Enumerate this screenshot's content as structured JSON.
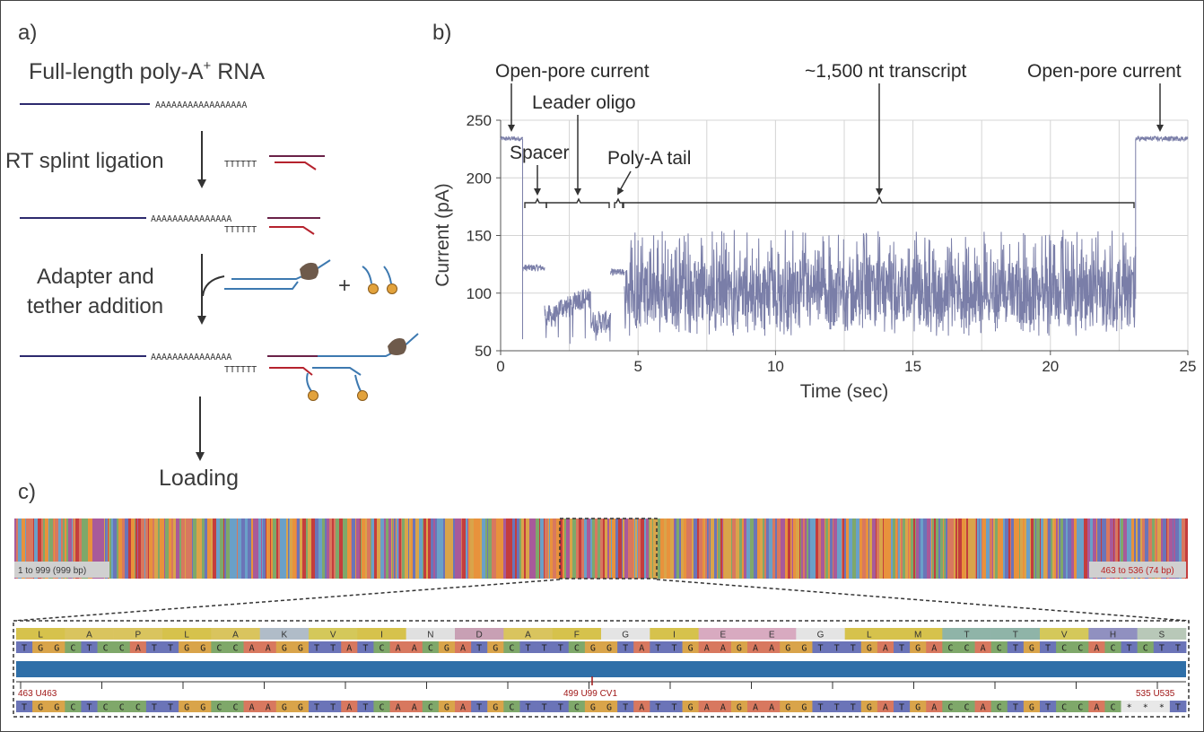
{
  "panel_a": {
    "label": "a)",
    "title": "Full-length poly-A",
    "title_sup": "+",
    "title_suffix": " RNA",
    "poly_a_1": "AAAAAAAAAAAAAAAAA",
    "step_rt": "RT splint ligation",
    "splint_t": "TTTTTT",
    "poly_a_2": "AAAAAAAAAAAAAAA",
    "splint_t2": "TTTTTT",
    "step_adapter_1": "Adapter and",
    "step_adapter_2": "tether addition",
    "plus": "+",
    "poly_a_3": "AAAAAAAAAAAAAAA",
    "splint_t3": "TTTTTT",
    "step_loading": "Loading",
    "colors": {
      "rna": "#2d2a6e",
      "splint": "#b5222d",
      "ligated": "#6a2248",
      "adapter": "#3d79b0",
      "motor": "#6e5a4b",
      "tether": "#e2a23c"
    }
  },
  "panel_b": {
    "label": "b)",
    "ann_open_left": "Open-pore current",
    "ann_leader": "Leader oligo",
    "ann_transcript": "~1,500 nt transcript",
    "ann_open_right": "Open-pore current",
    "ann_spacer": "Spacer",
    "ann_polya": "Poly-A tail"
  },
  "chart_data": {
    "type": "line",
    "xlabel": "Time (sec)",
    "ylabel": "Current (pA)",
    "xlim": [
      0,
      25
    ],
    "ylim": [
      50,
      250
    ],
    "x_ticks": [
      "0",
      "5",
      "10",
      "15",
      "20",
      "25"
    ],
    "y_ticks": [
      "50",
      "100",
      "150",
      "200",
      "250"
    ],
    "grid": true,
    "line_color": "#7a7ea8",
    "segments": [
      {
        "name": "open-pore start",
        "x": [
          0,
          0.8
        ],
        "y_mean": 234,
        "noise": 2
      },
      {
        "name": "spacer",
        "x": [
          0.8,
          1.6
        ],
        "y_mean": 122,
        "noise": 3
      },
      {
        "name": "leader oligo",
        "x": [
          1.6,
          4.0
        ],
        "y_mean": 85,
        "noise": 15
      },
      {
        "name": "poly-A tail",
        "x": [
          4.0,
          4.5
        ],
        "y_mean": 118,
        "noise": 3
      },
      {
        "name": "transcript",
        "x": [
          4.5,
          23.1
        ],
        "y_mean": 100,
        "noise": 30
      },
      {
        "name": "open-pore end",
        "x": [
          23.1,
          25
        ],
        "y_mean": 234,
        "noise": 2
      }
    ]
  },
  "panel_c": {
    "label": "c)",
    "overview_left_badge": "1 to 999 (999 bp)",
    "overview_right_badge": "463 to 536 (74 bp)",
    "amino_acids": [
      "L",
      "A",
      "P",
      "L",
      "A",
      "K",
      "V",
      "I",
      "N",
      "D",
      "A",
      "F",
      "G",
      "I",
      "E",
      "E",
      "G",
      "L",
      "M",
      "T",
      "T",
      "V",
      "H",
      "S"
    ],
    "seq_top": "TGGCTCCATTGGCCAAGGTTATCAACGATGCTTTCGGTATTGAAGAAGGTTTGATGACCACTGTCCACTCTT",
    "seq_bottom": "TGGCTCCCTTGGCCAAGGTTATCAACGATGCTTTCGGTATTGAAGAAGGTTTGATGACCACTGTCCAC***T",
    "pos_left": "463 U463",
    "pos_mid": "499 U99 CV1",
    "pos_right": "535 U535",
    "base_colors": {
      "A": "#d8785f",
      "C": "#7fa86a",
      "G": "#d9a44a",
      "T": "#6b74b8",
      "*": "#e8e8e8"
    },
    "coverage_color": "#2f6fa8"
  }
}
